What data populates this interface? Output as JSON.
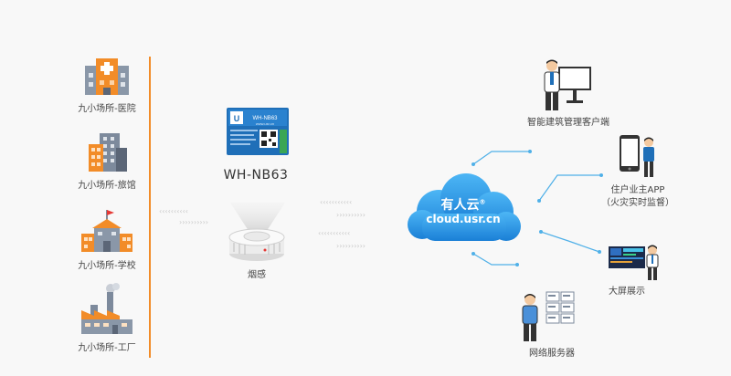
{
  "venues": [
    {
      "label": "九小场所-医院",
      "icon": "hospital-icon"
    },
    {
      "label": "九小场所-旅馆",
      "icon": "hotel-icon"
    },
    {
      "label": "九小场所-学校",
      "icon": "school-icon"
    },
    {
      "label": "九小场所-工厂",
      "icon": "factory-icon"
    }
  ],
  "module": {
    "name": "WH-NB63",
    "chip_text": "WH-NB63",
    "chip_url": "www.usr.cn"
  },
  "sensor": {
    "label": "烟感",
    "icon": "smoke-detector-icon"
  },
  "cloud": {
    "title": "有人云",
    "registered": "®",
    "url": "cloud.usr.cn",
    "color": "#1f8fe0"
  },
  "clients": [
    {
      "label": "智能建筑管理客户端",
      "icon": "desktop-operator-icon"
    },
    {
      "label": "住户业主APP",
      "sublabel": "（火灾实时监督）",
      "icon": "mobile-app-icon"
    },
    {
      "label": "大屏展示",
      "icon": "large-screen-icon"
    },
    {
      "label": "网络服务器",
      "icon": "server-icon"
    }
  ],
  "colors": {
    "accent": "#f28c28",
    "cloud": "#1f8fe0",
    "line": "#4fb0e8"
  }
}
